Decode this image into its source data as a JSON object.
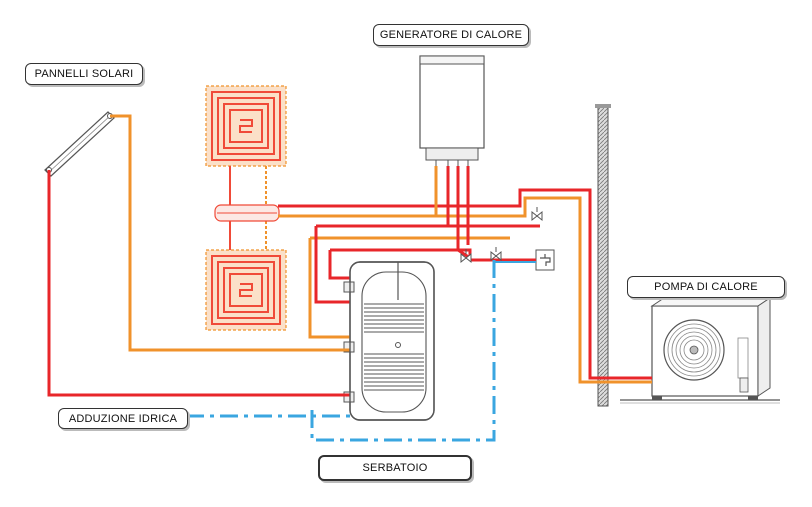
{
  "labels": {
    "generatore": "GENERATORE DI CALORE",
    "pannelli": "PANNELLI SOLARI",
    "pompa": "POMPA DI CALORE",
    "adduzione": "ADDUZIONE IDRICA",
    "serbatoio": "SERBATOIO"
  },
  "colors": {
    "hot_pipe": "#e8262a",
    "warm_pipe": "#f0922b",
    "cold_water": "#3aa6e0",
    "outline": "#555555",
    "radiant_red": "#f04a38",
    "radiant_bg": "#fbe0c8"
  }
}
